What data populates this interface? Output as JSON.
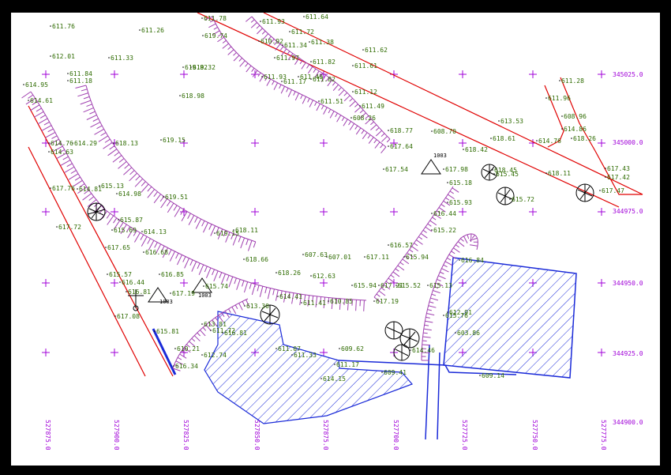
{
  "map": {
    "colors": {
      "frame": "#000000",
      "paper": "#ffffff",
      "grid": "#a000d8",
      "elevation_text": "#2e6b00",
      "road_lines": "#e00000",
      "slope_hatch": "#a040b0",
      "structure_hatch": "#1a2ad8"
    },
    "right_coords": [
      "345025.0",
      "345000.0",
      "344975.0",
      "344950.0",
      "344925.0",
      "344900.0"
    ],
    "bottom_coords": [
      "527875.0",
      "527900.0",
      "527825.0",
      "527850.0",
      "527875.0",
      "527700.0",
      "527725.0",
      "527750.0",
      "527775.0"
    ],
    "control_points": [
      {
        "id": "ctrl-1",
        "label": "1003"
      },
      {
        "id": "ctrl-2",
        "label": "1003"
      },
      {
        "id": "ctrl-3",
        "label": "1003"
      }
    ],
    "elevations": [
      {
        "t": "611.76"
      },
      {
        "t": "611.26"
      },
      {
        "t": "611.78"
      },
      {
        "t": "619.74"
      },
      {
        "t": "619.82"
      },
      {
        "t": "611.93"
      },
      {
        "t": "611.64"
      },
      {
        "t": "611.72"
      },
      {
        "t": "610.92"
      },
      {
        "t": "611.34"
      },
      {
        "t": "611.38"
      },
      {
        "t": "612.01"
      },
      {
        "t": "611.33"
      },
      {
        "t": "611.62"
      },
      {
        "t": "611.97"
      },
      {
        "t": "611.82"
      },
      {
        "t": "614.95"
      },
      {
        "t": "611.84"
      },
      {
        "t": "611.18"
      },
      {
        "t": "619.32"
      },
      {
        "t": "611.93"
      },
      {
        "t": "611.61"
      },
      {
        "t": "611.17"
      },
      {
        "t": "611.40"
      },
      {
        "t": "611.28"
      },
      {
        "t": "614.61"
      },
      {
        "t": "618.98"
      },
      {
        "t": "611.12"
      },
      {
        "t": "611.96"
      },
      {
        "t": "611.82"
      },
      {
        "t": "611.51"
      },
      {
        "t": "611.49"
      },
      {
        "t": "608.96"
      },
      {
        "t": "608.26"
      },
      {
        "t": "613.53"
      },
      {
        "t": "614.86"
      },
      {
        "t": "618.77"
      },
      {
        "t": "608.70"
      },
      {
        "t": "614.76"
      },
      {
        "t": "614.29"
      },
      {
        "t": "618.13"
      },
      {
        "t": "619.15"
      },
      {
        "t": "618.61"
      },
      {
        "t": "618.45"
      },
      {
        "t": "618.26"
      },
      {
        "t": "617.64"
      },
      {
        "t": "618.42"
      },
      {
        "t": "614.76"
      },
      {
        "t": "614.63"
      },
      {
        "t": "617.54"
      },
      {
        "t": "617.98"
      },
      {
        "t": "615.45"
      },
      {
        "t": "618.11"
      },
      {
        "t": "617.43"
      },
      {
        "t": "617.42"
      },
      {
        "t": "617.76"
      },
      {
        "t": "614.81"
      },
      {
        "t": "615.13"
      },
      {
        "t": "614.98"
      },
      {
        "t": "619.51"
      },
      {
        "t": "615.18"
      },
      {
        "t": "615.72"
      },
      {
        "t": "617.47"
      },
      {
        "t": "615.93"
      },
      {
        "t": "616.44"
      },
      {
        "t": "615.87"
      },
      {
        "t": "617.72"
      },
      {
        "t": "615.69"
      },
      {
        "t": "614.13"
      },
      {
        "t": "619.15"
      },
      {
        "t": "618.11"
      },
      {
        "t": "615.22"
      },
      {
        "t": "616.57"
      },
      {
        "t": "617.65"
      },
      {
        "t": "616.68"
      },
      {
        "t": "618.66"
      },
      {
        "t": "607.63"
      },
      {
        "t": "607.01"
      },
      {
        "t": "617.11"
      },
      {
        "t": "615.94"
      },
      {
        "t": "616.84"
      },
      {
        "t": "615.57"
      },
      {
        "t": "616.85"
      },
      {
        "t": "618.26"
      },
      {
        "t": "612.63"
      },
      {
        "t": "615.74"
      },
      {
        "t": "616.44"
      },
      {
        "t": "615.94"
      },
      {
        "t": "617.21"
      },
      {
        "t": "615.52"
      },
      {
        "t": "615.13"
      },
      {
        "t": "616.81"
      },
      {
        "t": "617.19"
      },
      {
        "t": "614.41"
      },
      {
        "t": "611.41"
      },
      {
        "t": "610.85"
      },
      {
        "t": "617.19"
      },
      {
        "t": "613.30"
      },
      {
        "t": "615.76"
      },
      {
        "t": "612.91"
      },
      {
        "t": "617.08"
      },
      {
        "t": "613.81"
      },
      {
        "t": "611.72"
      },
      {
        "t": "615.81"
      },
      {
        "t": "616.81"
      },
      {
        "t": "603.86"
      },
      {
        "t": "610.21"
      },
      {
        "t": "612.74"
      },
      {
        "t": "611.07"
      },
      {
        "t": "611.33"
      },
      {
        "t": "609.62"
      },
      {
        "t": "614.46"
      },
      {
        "t": "616.34"
      },
      {
        "t": "611.17"
      },
      {
        "t": "609.41"
      },
      {
        "t": "609.14"
      },
      {
        "t": "614.15"
      }
    ]
  }
}
